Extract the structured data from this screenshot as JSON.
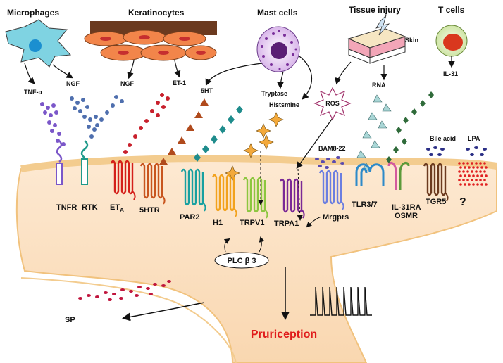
{
  "headers": {
    "microphages": "Microphages",
    "keratinocytes": "Keratinocytes",
    "mast_cells": "Mast cells",
    "tissue_injury": "Tissue injury",
    "t_cells": "T cells"
  },
  "ligands": {
    "tnf": "TNF-α",
    "ngf_left": "NGF",
    "ngf_mid": "NGF",
    "et1": "ET-1",
    "ht5": "5HT",
    "tryptase": "Tryptase",
    "histamine": "Histsmine",
    "skin": "Skin",
    "ros": "ROS",
    "rna": "RNA",
    "il31": "IL-31",
    "bam": "BAM8-22",
    "bile": "Bile acid",
    "lpa": "LPA"
  },
  "receptors": {
    "tnfr": "TNFR",
    "rtk": "RTK",
    "eta": "ET",
    "eta_sub": "A",
    "htr5": "5HTR",
    "par2": "PAR2",
    "h1": "H1",
    "trpv1": "TRPV1",
    "trpa1": "TRPA1",
    "mrgprs": "Mrgprs",
    "tlr": "TLR3/7",
    "il31ra": "IL-31RA",
    "osmr": "OSMR",
    "tgr5": "TGR5",
    "unknown": "?"
  },
  "signaling": {
    "plc": "PLC β 3",
    "sp": "SP",
    "pruriception": "Pruriception"
  },
  "colors": {
    "membrane": "#f3cc8f",
    "neuron": "#fbe3c8",
    "pruriception": "#e01b1b"
  }
}
